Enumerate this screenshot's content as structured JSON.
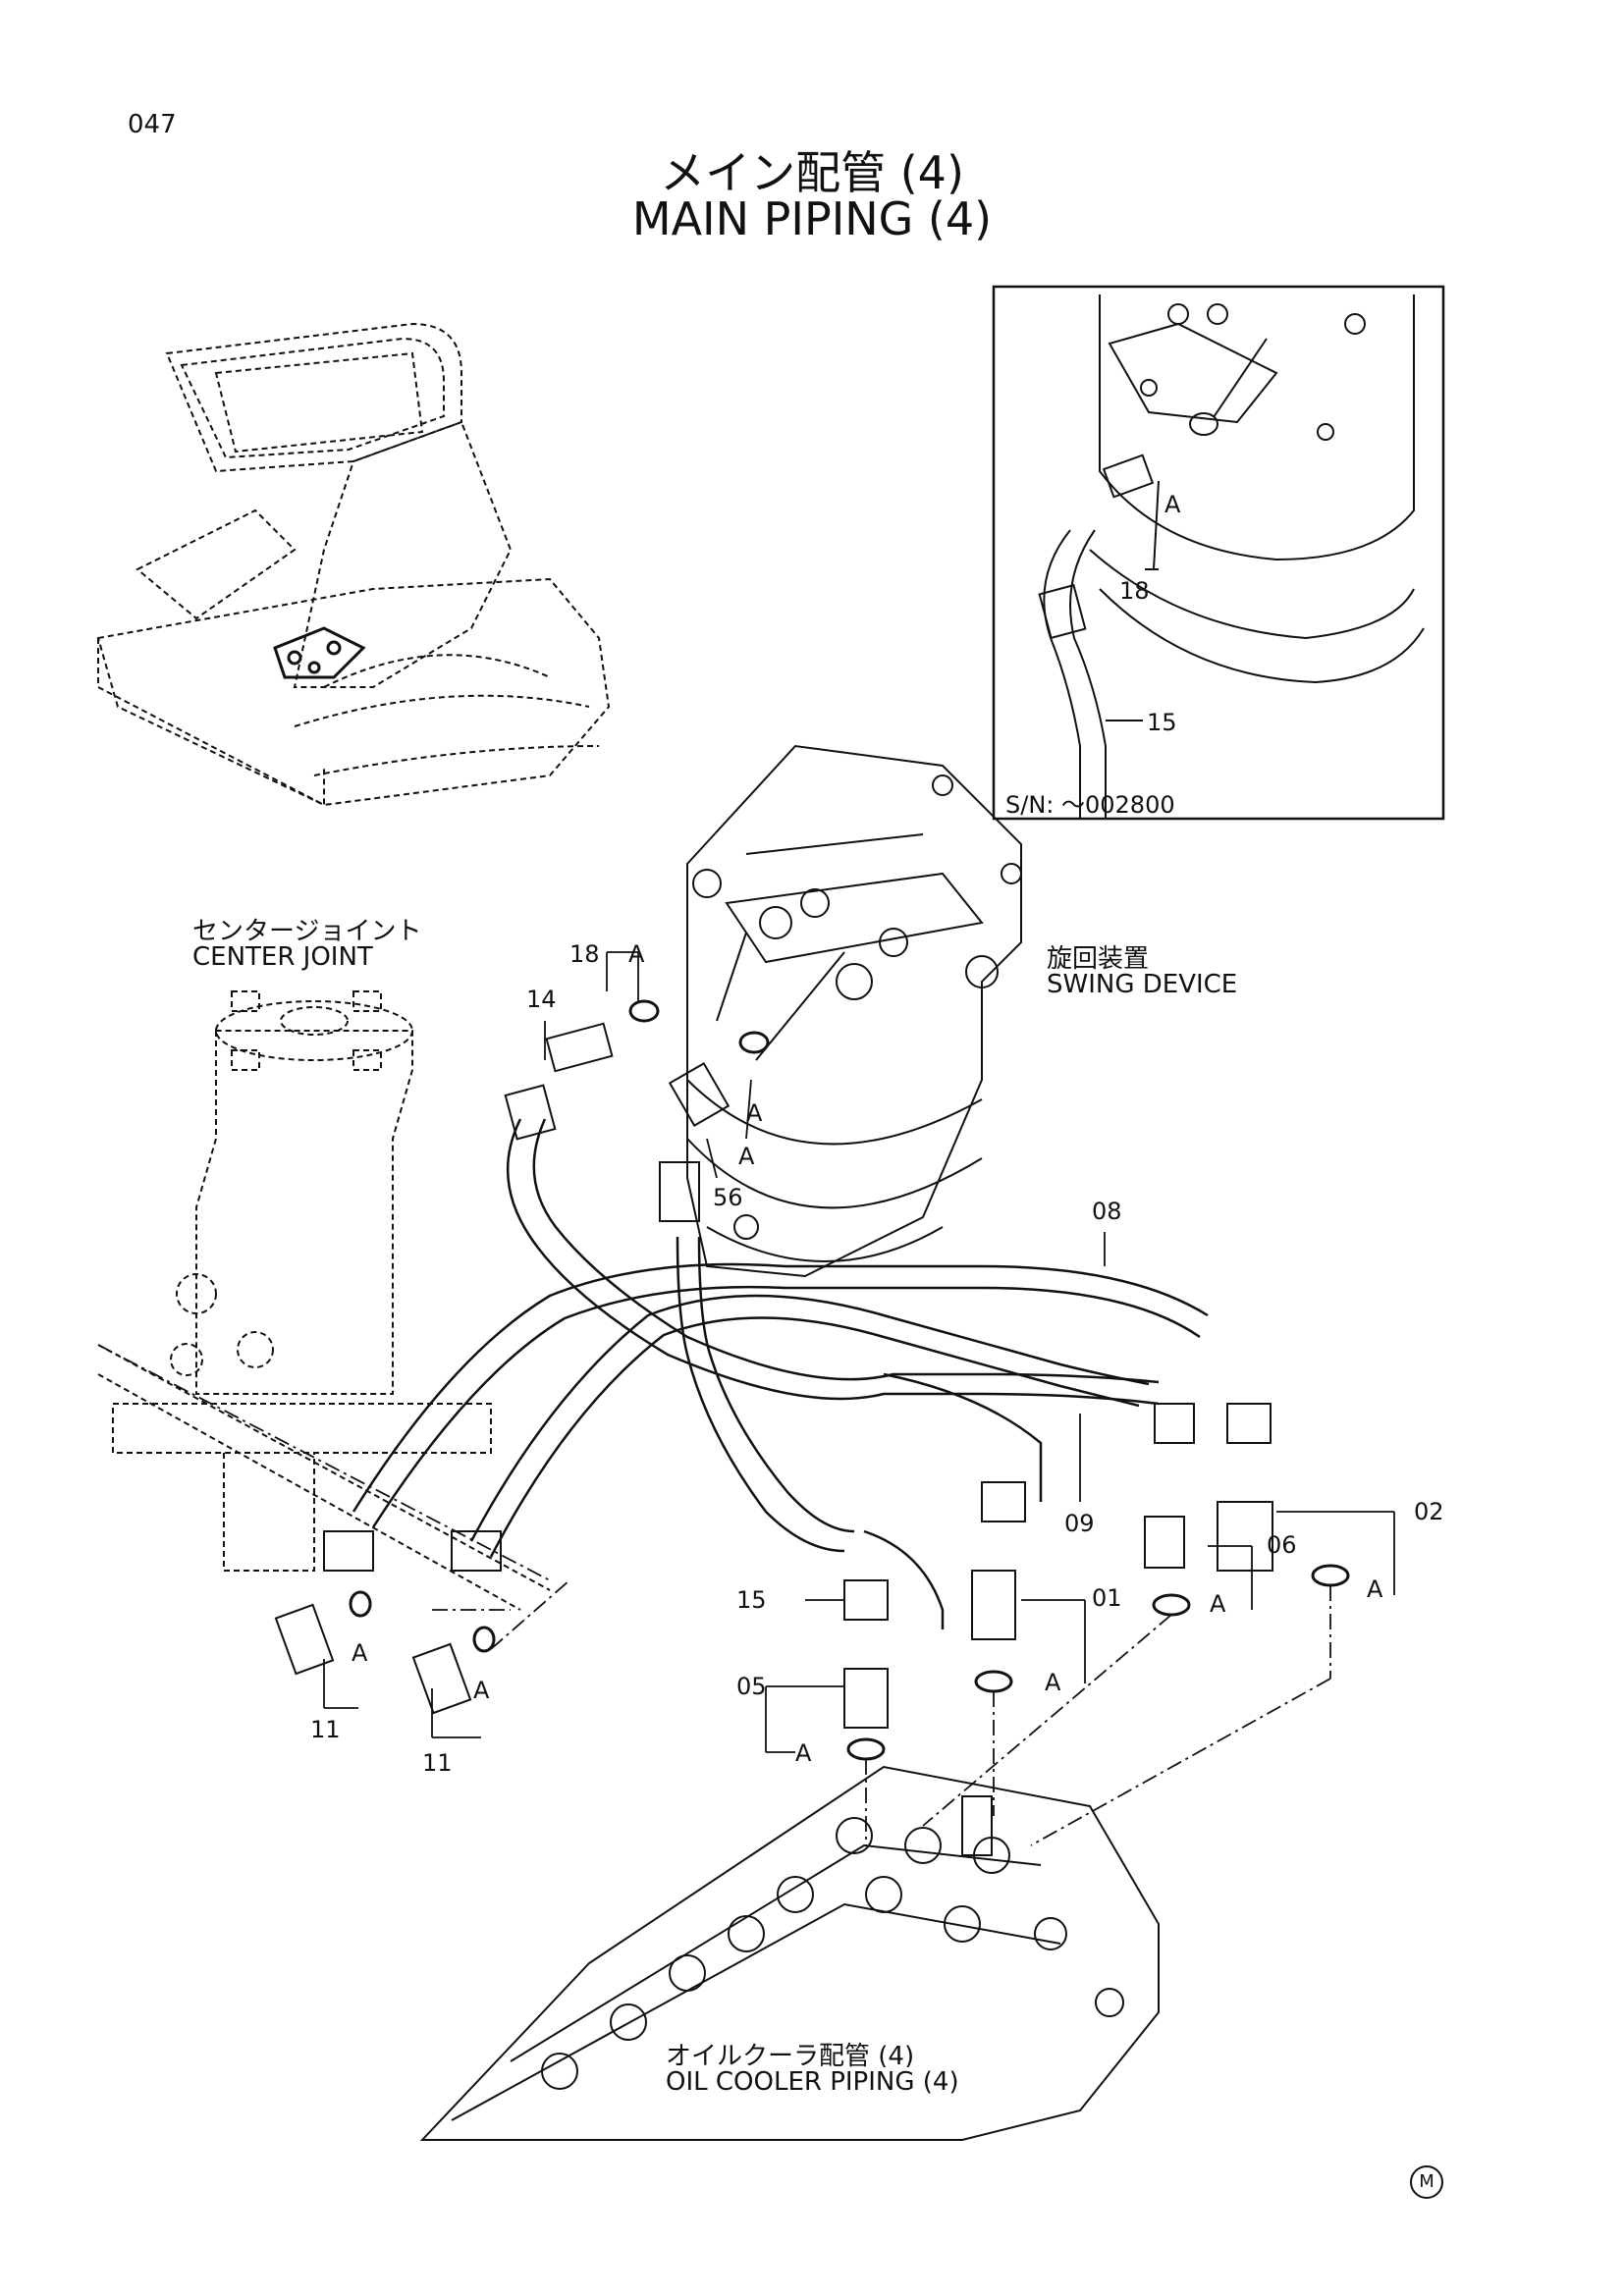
{
  "page": {
    "number": "047",
    "title_ja": "メイン配管 (4)",
    "title_en": "MAIN PIPING (4)"
  },
  "components": {
    "center_joint_ja": "センタージョイント",
    "center_joint_en": "CENTER JOINT",
    "swing_device_ja": "旋回装置",
    "swing_device_en": "SWING DEVICE",
    "oil_cooler_ja": "オイルクーラ配管 (4)",
    "oil_cooler_en": "OIL COOLER PIPING (4)"
  },
  "inset": {
    "serial": "S/N: ～002800",
    "callouts": {
      "a": "A",
      "fitting": "18",
      "hose": "15"
    }
  },
  "callouts": {
    "p18": "18",
    "p14": "14",
    "p56": "56",
    "p08": "08",
    "p09": "09",
    "p02": "02",
    "p06": "06",
    "p01": "01",
    "p15": "15",
    "p05": "05",
    "p11a": "11",
    "p11b": "11",
    "a1": "A",
    "a2": "A",
    "a3": "A",
    "a4": "A",
    "a5": "A",
    "a6": "A",
    "a7": "A",
    "a8": "A",
    "a9": "A"
  },
  "manufacturer_mark": "M"
}
